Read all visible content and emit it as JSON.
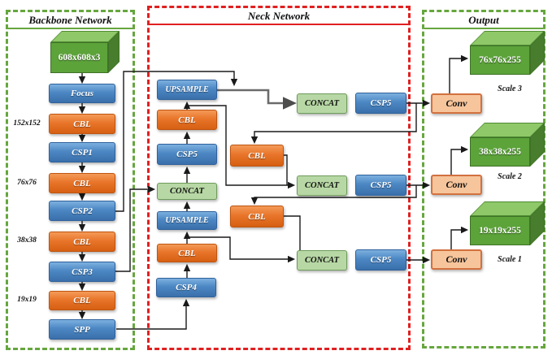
{
  "colors": {
    "backbone_frame": "#66a63e",
    "neck_frame": "#e02020",
    "output_frame": "#66a63e",
    "node_blue": "#4c87c3",
    "node_orange": "#e8752a",
    "concat_green": "#b7d8a4",
    "conv_peach": "#f7c59b",
    "block_3d_green": "#5ca33a",
    "line_black": "#1a1a1a",
    "line_gray": "#6b6b6b"
  },
  "backbone": {
    "title": "Backbone Network",
    "input_block": "608x608x3",
    "nodes": [
      "Focus",
      "CBL",
      "CSP1",
      "CBL",
      "CSP2",
      "CBL",
      "CSP3",
      "CBL",
      "SPP"
    ],
    "size_labels": [
      "152x152",
      "76x76",
      "38x38",
      "19x19"
    ]
  },
  "neck": {
    "title": "Neck Network",
    "column": [
      "UPSAMPLE",
      "CBL",
      "CSP5",
      "CONCAT",
      "UPSAMPLE",
      "CBL",
      "CSP4"
    ],
    "mid_nodes": [
      "CBL",
      "CBL"
    ],
    "rows": [
      {
        "concat": "CONCAT",
        "csp": "CSP5"
      },
      {
        "concat": "CONCAT",
        "csp": "CSP5"
      },
      {
        "concat": "CONCAT",
        "csp": "CSP5"
      }
    ]
  },
  "output": {
    "title": "Output",
    "heads": [
      {
        "conv": "Conv",
        "block": "76x76x255",
        "scale": "Scale 3"
      },
      {
        "conv": "Conv",
        "block": "38x38x255",
        "scale": "Scale 2"
      },
      {
        "conv": "Conv",
        "block": "19x19x255",
        "scale": "Scale 1"
      }
    ]
  }
}
